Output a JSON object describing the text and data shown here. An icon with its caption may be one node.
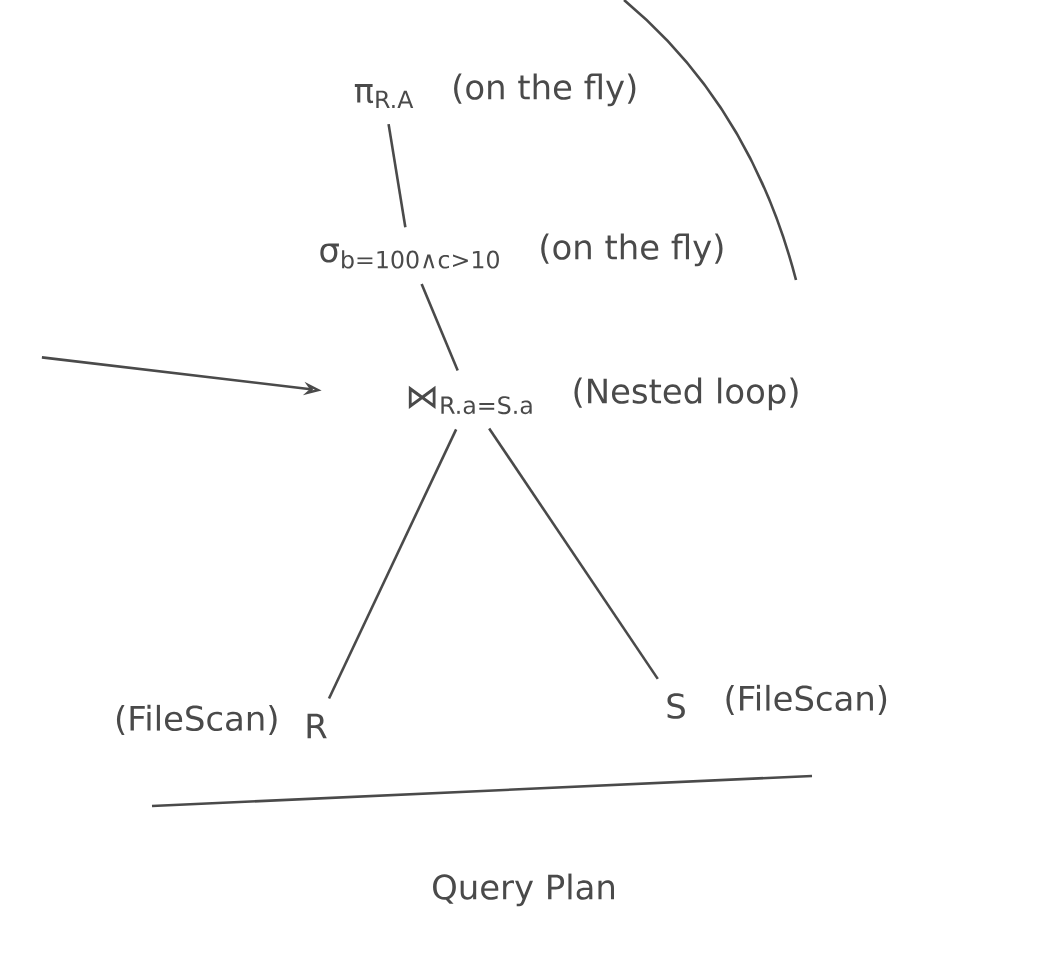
{
  "diagram": {
    "caption": "Query Plan",
    "nodes": [
      {
        "text": [
          "π$_{R.A}$"
        ],
        "beside": [
          "(on the fly)"
        ]
      },
      {
        "text": [
          "σ$_{b=100∧c>10}$"
        ],
        "beside": [
          "(on the fly)"
        ]
      },
      {
        "text": [
          "⋈$_{R.a=S.a}$"
        ],
        "beside": [
          "(Nested loop)"
        ]
      },
      {
        "text": [
          "R"
        ],
        "beside": [
          "(FileScan)"
        ]
      },
      {
        "text": [
          "S"
        ],
        "beside": [
          "(FileScan)"
        ]
      }
    ],
    "edges": [
      {
        "from": 0,
        "to": 1,
        "arrow": "none"
      },
      {
        "from": 1,
        "to": 2,
        "arrow": "none"
      },
      {
        "from": 2,
        "to": 3,
        "arrow": "none"
      },
      {
        "from": 2,
        "to": 4,
        "arrow": "none"
      },
      {
        "from": null,
        "to": 2,
        "arrow": "to"
      }
    ]
  }
}
